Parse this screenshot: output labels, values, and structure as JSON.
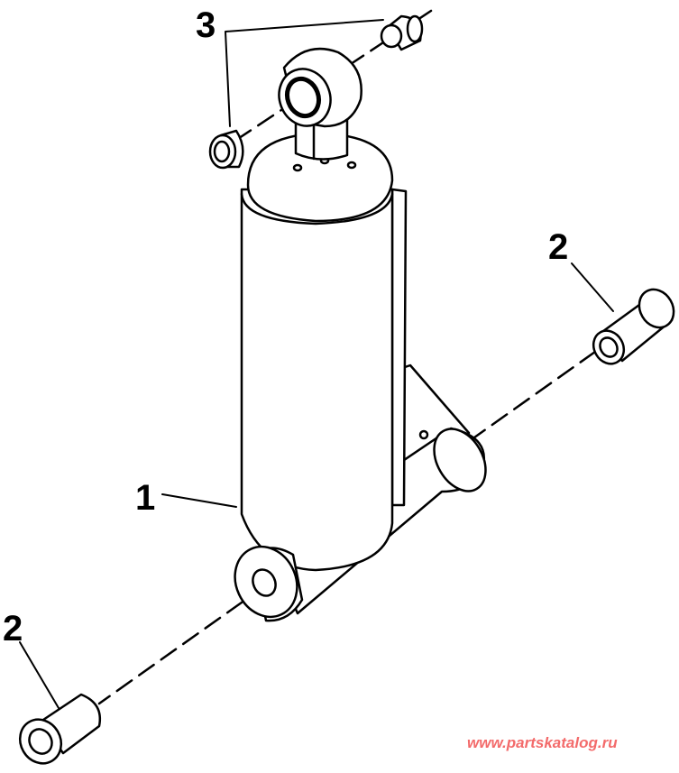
{
  "diagram": {
    "callouts": [
      {
        "id": "cylinder",
        "label": "1"
      },
      {
        "id": "bushing-lower-right",
        "label": "2"
      },
      {
        "id": "bushing-lower-left",
        "label": "2"
      },
      {
        "id": "bushing-upper",
        "label": "3"
      }
    ],
    "watermark": "www.partskatalog.ru"
  },
  "colors": {
    "line": "#000000",
    "watermark": "#f36b6b",
    "background": "#ffffff"
  }
}
